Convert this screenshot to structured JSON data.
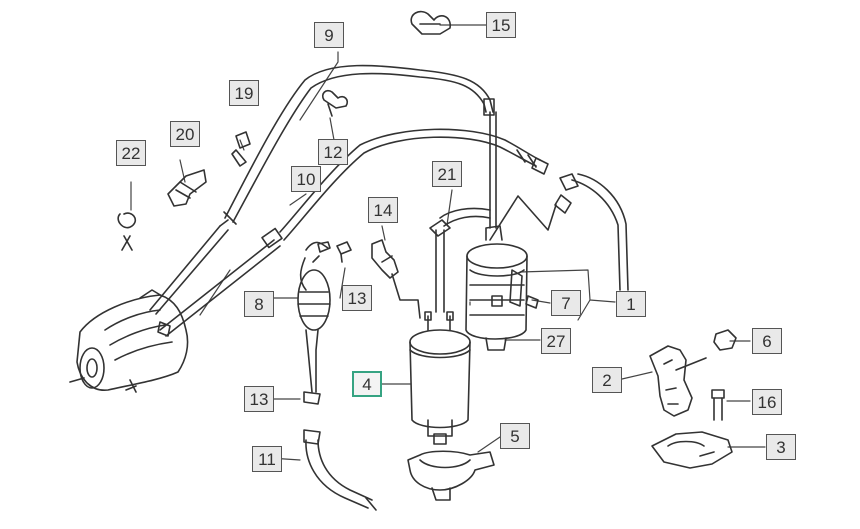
{
  "callouts": [
    "1",
    "2",
    "3",
    "4",
    "5",
    "6",
    "7",
    "8",
    "9",
    "10",
    "11",
    "12",
    "13",
    "13",
    "14",
    "15",
    "16",
    "19",
    "20",
    "21",
    "22",
    "27"
  ],
  "selected_callout": "4",
  "colors": {
    "line": "#333333",
    "callout_bg": "#e9e9e9",
    "callout_border": "#555555",
    "selected_border": "#36a382"
  }
}
